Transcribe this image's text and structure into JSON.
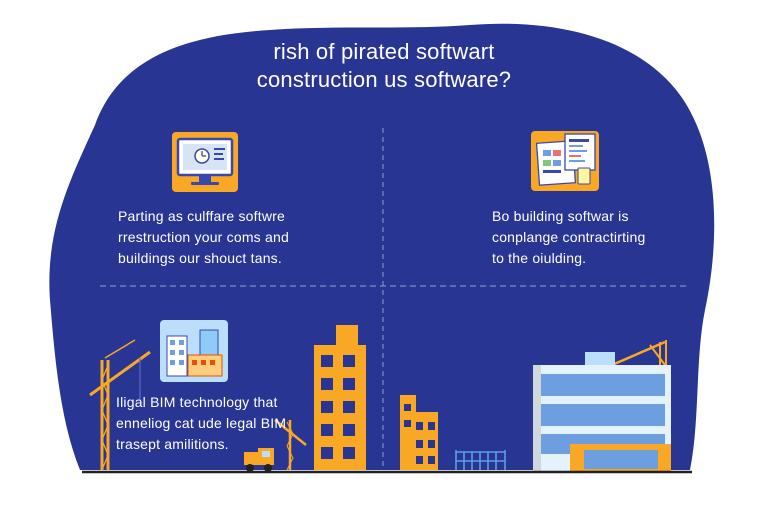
{
  "title": {
    "line1": "rish of pirated softwart",
    "line2": "construction us software?"
  },
  "panels": [
    {
      "icon": "monitor-clock-icon",
      "lines": [
        "Parting as culffare softwre",
        "rrestruction your coms and",
        "buildings our shouct tans."
      ]
    },
    {
      "icon": "blueprint-documents-icon",
      "lines": [
        "Bo building softwar is",
        "conplange contractirting",
        "to the oiulding."
      ]
    },
    {
      "icon": "city-buildings-icon",
      "lines": [
        "Iligal BIM technology that",
        "enneliog cat ude legal BIM",
        "trasept amilitions."
      ]
    }
  ],
  "colors": {
    "background": "#283593",
    "accent": "#f9a825",
    "text": "#ffffff",
    "building_facade": "#e3f2fd",
    "window_blue": "#6d9fe0"
  }
}
